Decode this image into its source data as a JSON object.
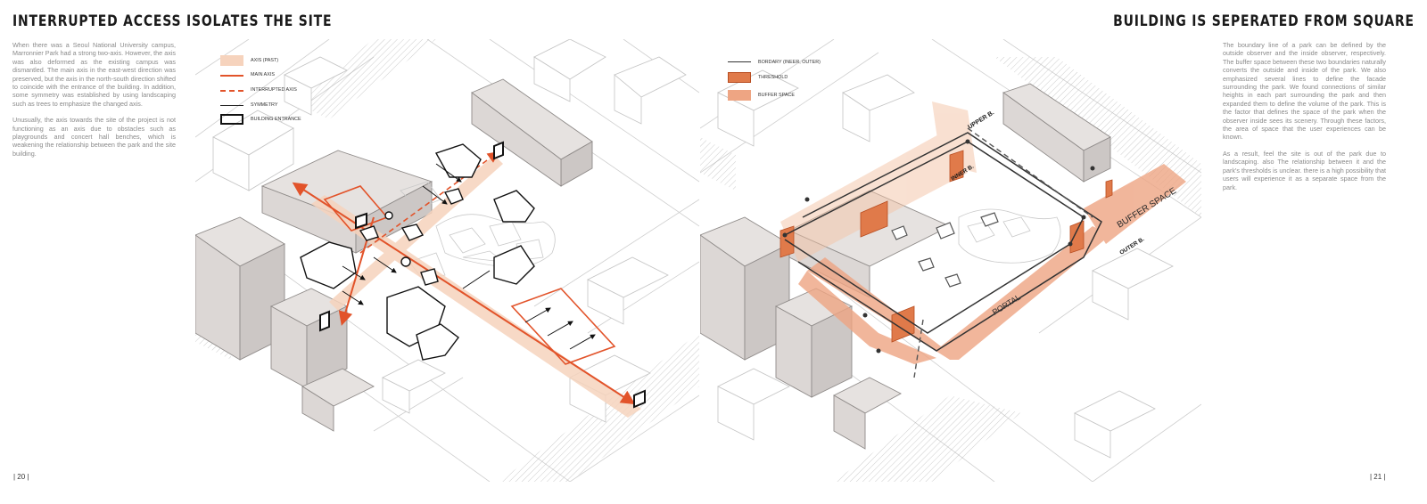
{
  "left_page": {
    "title": "INTERRUPTED ACCESS ISOLATES THE SITE",
    "paragraphs": [
      "When there was a Seoul National University campus, Marronnier Park had a strong two-axis. However, the axis was also deformed as the existing campus was dismantled. The main axis in the east-west direction was preserved, but the axis in the north-south direction shifted to coincide with the entrance of the building. In addition, some symmetry was established by using landscaping such as trees to emphasize the changed axis.",
      "Unusually, the axis towards the site of the project is not functioning as an axis due to obstacles such as playgrounds and concert hall benches, which is weakening the relationship between the park and the site building."
    ],
    "page_number": "| 20 |",
    "legend": [
      {
        "label": "AXIS (PAST)",
        "color": "#f6d3bd"
      },
      {
        "label": "MAIN AXIS",
        "color": "#e2532a"
      },
      {
        "label": "INTERRUPTED AXIS",
        "color": "#e2532a"
      },
      {
        "label": "SYMMETRY",
        "color": "#222222"
      },
      {
        "label": "BUILDING ENTRANCE",
        "color": "#111111"
      }
    ]
  },
  "right_page": {
    "title": "BUILDING IS SEPERATED FROM SQUARE",
    "paragraphs": [
      "The boundary line of a park can be defined by the outside observer and the inside observer, respectively. The buffer space between these two boundaries naturally converts the outside and inside of the park. We also emphasized several lines to define the facade surrounding the park. We found connections of similar heights in each part surrounding the park and then expanded them to define the volume of the park. This is the factor that defines the space of the park when the observer inside sees its scenery. Through these factors, the area of space that the user experiences can be known.",
      "As a result, feel the site is out of the park due to landscaping. also The relationship between it and the park's thresholds is unclear. there is a high possibility that users will experience it as a separate space from the park."
    ],
    "page_number": "| 21 |",
    "legend": [
      {
        "label": "BORDARY (INEER, OUTER)",
        "color": "#333333"
      },
      {
        "label": "THRESHOLD",
        "color": "#e07a4a"
      },
      {
        "label": "BUFFER SPACE",
        "color": "#eea583"
      }
    ],
    "diagram_labels": {
      "upper": "UPPER B.",
      "inner": "INNER B.",
      "buffer": "BUFFER SPACE",
      "outer": "OUTER B.",
      "portal": "PORTAL"
    }
  },
  "colors": {
    "accent": "#e2532a",
    "axis_past": "#f6d3bd",
    "threshold": "#e07a4a",
    "buffer": "#eea583",
    "building_fill": "#dcd7d5"
  }
}
